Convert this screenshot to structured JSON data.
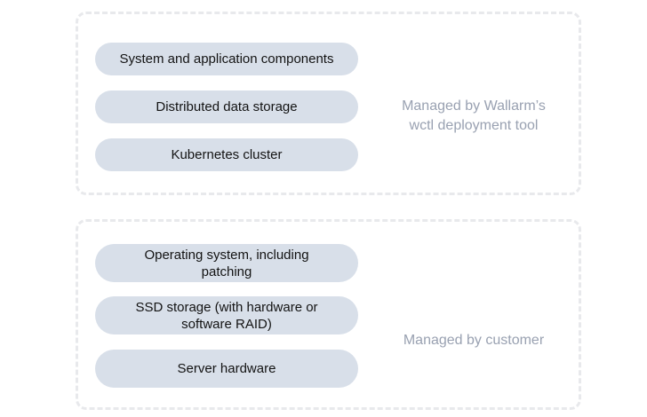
{
  "diagram": {
    "background_color": "#ffffff",
    "pill_color": "#d8dfe9",
    "pill_text_color": "#131313",
    "label_color": "#99a1b1",
    "border_color": "#e8e9ec",
    "groups": [
      {
        "id": "managed-by-wallarm",
        "owner_label": "Managed by Wallarm’s\nwctl deployment tool",
        "items": [
          {
            "label": "System and application components"
          },
          {
            "label": "Distributed data storage"
          },
          {
            "label": "Kubernetes cluster"
          }
        ]
      },
      {
        "id": "managed-by-customer",
        "owner_label": "Managed by customer",
        "items": [
          {
            "label": "Operating system, including\npatching"
          },
          {
            "label": "SSD storage (with hardware or\nsoftware RAID)"
          },
          {
            "label": "Server hardware"
          }
        ]
      }
    ]
  }
}
